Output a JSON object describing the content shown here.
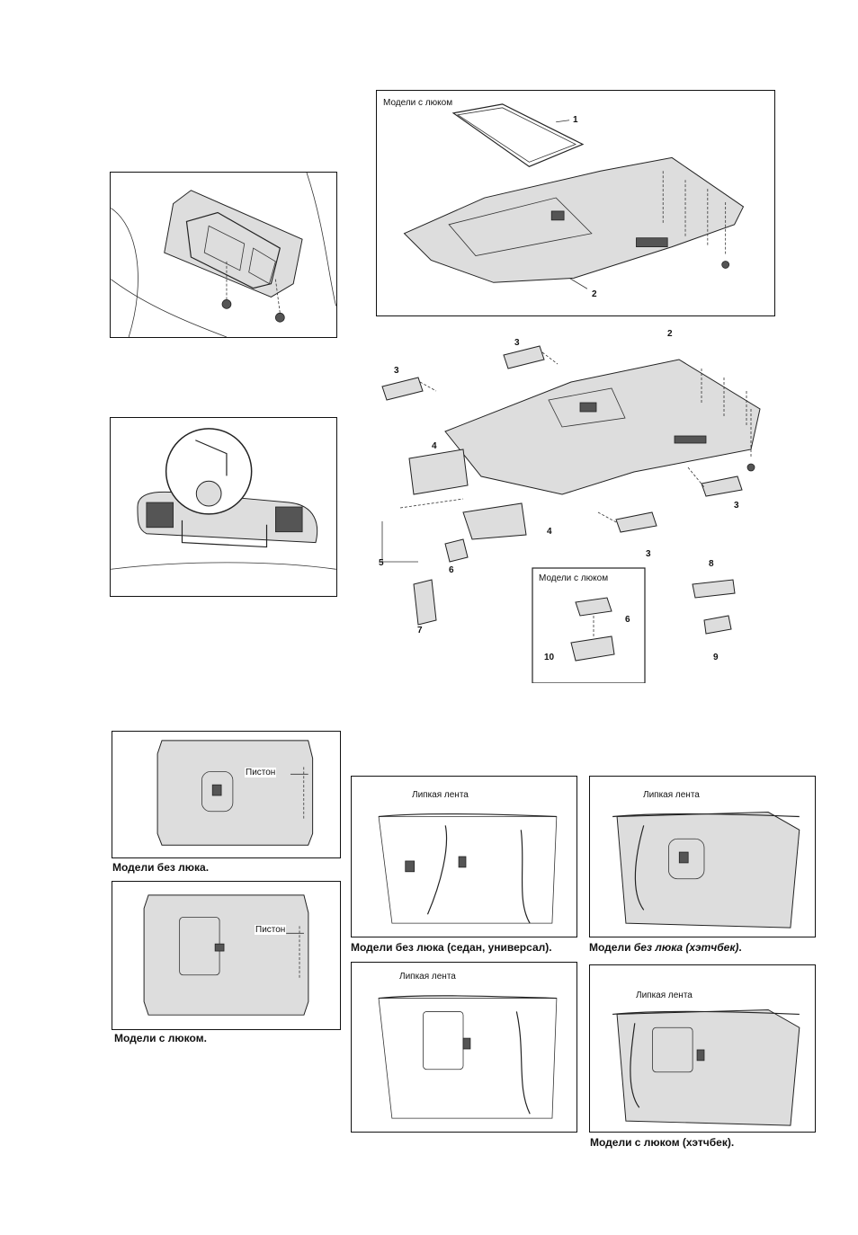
{
  "top_panel": {
    "title": "Модели с люком",
    "callouts": [
      "1",
      "2"
    ]
  },
  "exploded_view": {
    "callouts": [
      "2",
      "3",
      "3",
      "3",
      "3",
      "4",
      "4",
      "5",
      "6",
      "7",
      "8",
      "9"
    ],
    "inset_title": "Модели с люком",
    "inset_callouts": [
      "6",
      "10"
    ]
  },
  "lower_left": {
    "panel1_label": "Пистон",
    "panel1_caption": "Модели без люка.",
    "panel2_label": "Пистон",
    "panel2_caption": "Модели с люком."
  },
  "wiring": {
    "panels": [
      {
        "label": "Липкая лента",
        "caption": "Модели без люка (седан, универсал)."
      },
      {
        "label": "Липкая лента",
        "caption_prefix": "Модели ",
        "caption_italic": "без люка (хэтчбек)",
        "caption_suffix": "."
      },
      {
        "label": "Липкая лента",
        "caption": ""
      },
      {
        "label": "Липкая лента",
        "caption": "Модели с люком (хэтчбек)."
      }
    ]
  }
}
